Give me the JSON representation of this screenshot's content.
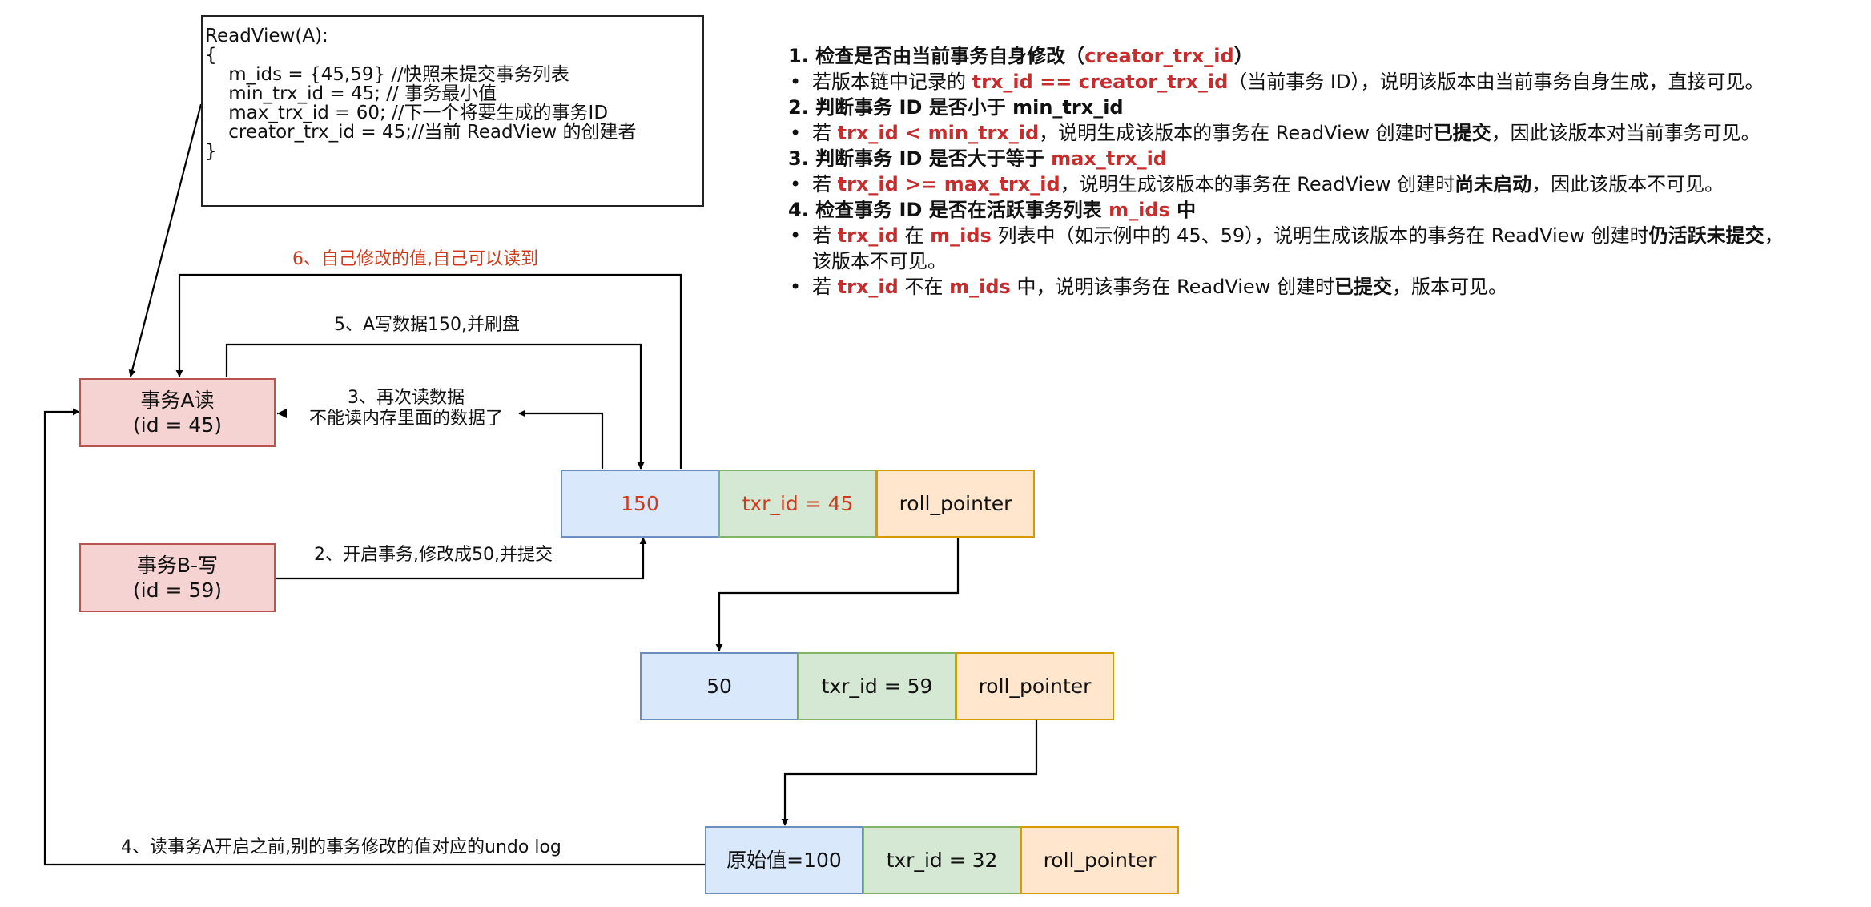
{
  "readview": {
    "lines": [
      "ReadView(A):",
      "{",
      "    m_ids = {45,59} //快照未提交事务列表",
      "    min_trx_id = 45; // 事务最小值",
      "    max_trx_id = 60; //下一个将要生成的事务ID",
      "    creator_trx_id = 45;//当前 ReadView 的创建者",
      "}"
    ]
  },
  "transactions": {
    "a": {
      "name": "事务A读",
      "id": "(id = 45)"
    },
    "b": {
      "name": "事务B-写",
      "id": "(id = 59)"
    }
  },
  "records": [
    {
      "value": "150",
      "trx": "txr_id = 45",
      "pointer": "roll_pointer"
    },
    {
      "value": "50",
      "trx": "txr_id = 59",
      "pointer": "roll_pointer"
    },
    {
      "value": "原始值=100",
      "trx": "txr_id = 32",
      "pointer": "roll_pointer"
    }
  ],
  "labels": {
    "step2": "2、开启事务,修改成50,并提交",
    "step3_line1": "3、再次读数据",
    "step3_line2": "不能读内存里面的数据了",
    "step4": "4、读事务A开启之前,别的事务修改的值对应的undo log",
    "step5": "5、A写数据150,并刷盘",
    "step6": "6、自己修改的值,自己可以读到"
  },
  "notes": {
    "h1_prefix": "1. 检查是否由当前事务自身修改（",
    "h1_kw": "creator_trx_id",
    "h1_suffix": "）",
    "b1_a": "若版本链中记录的 ",
    "b1_kw": "trx_id == creator_trx_id",
    "b1_b": "（当前事务 ID），说明该版本由当前事务自身生成，直接可见。",
    "h2": "2. 判断事务 ID 是否小于 min_trx_id",
    "b2_a": "若 ",
    "b2_kw": "trx_id < min_trx_id",
    "b2_b": "，说明生成该版本的事务在 ReadView 创建时",
    "b2_bold": "已提交",
    "b2_c": "，因此该版本对当前事务可见。",
    "h3_prefix": "3. 判断事务 ID 是否大于等于 ",
    "h3_kw": "max_trx_id",
    "b3_a": "若 ",
    "b3_kw": "trx_id >= max_trx_id",
    "b3_b": "，说明生成该版本的事务在 ReadView 创建时",
    "b3_bold": "尚未启动",
    "b3_c": "，因此该版本不可见。",
    "h4_prefix": "4. 检查事务 ID 是否在活跃事务列表 ",
    "h4_kw": "m_ids",
    "h4_suffix": " 中",
    "b4_a": "若 ",
    "b4_kw1": "trx_id",
    "b4_b": " 在 ",
    "b4_kw2": "m_ids",
    "b4_c": " 列表中（如示例中的 45、59），说明生成该版本的事务在 ReadView 创建时",
    "b4_bold": "仍活跃未提交",
    "b4_d": "，",
    "b4_cont": "该版本不可见。",
    "b5_a": "若 ",
    "b5_kw1": "trx_id",
    "b5_b": " 不在 ",
    "b5_kw2": "m_ids",
    "b5_c": " 中，说明该事务在 ReadView 创建时",
    "b5_bold": "已提交",
    "b5_d": "，版本可见。"
  },
  "colors": {
    "highlight_red": "#d03a1c",
    "keyword_red": "#c82d2d",
    "transaction_fill": "#f4d3d2",
    "value_fill": "#dae8fc",
    "trx_fill": "#d5e8d4",
    "pointer_fill": "#ffe6cc"
  }
}
